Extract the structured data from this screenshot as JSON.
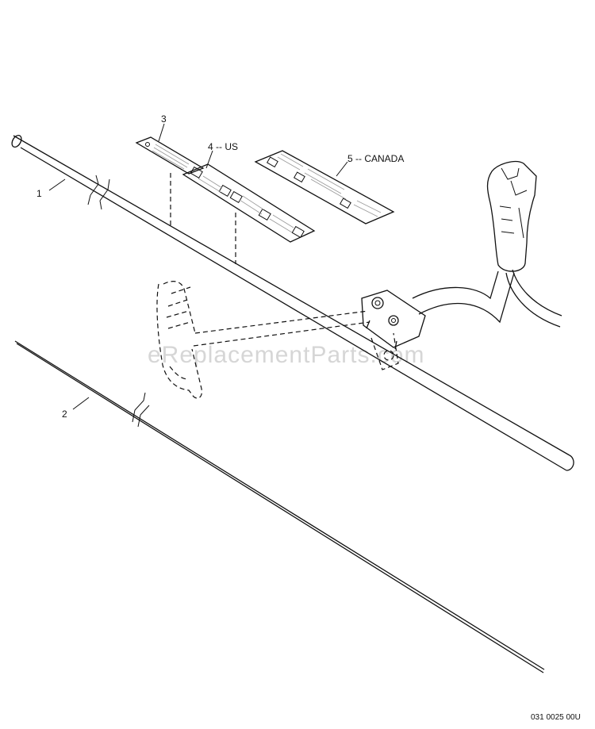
{
  "watermark": "eReplacementParts.com",
  "figure_code": "031 0025 00U",
  "callouts": [
    {
      "id": "part-1",
      "label": "1"
    },
    {
      "id": "part-2",
      "label": "2"
    },
    {
      "id": "part-3",
      "label": "3"
    },
    {
      "id": "part-4",
      "label": "4 -- US"
    },
    {
      "id": "part-5",
      "label": "5 -- CANADA"
    }
  ]
}
